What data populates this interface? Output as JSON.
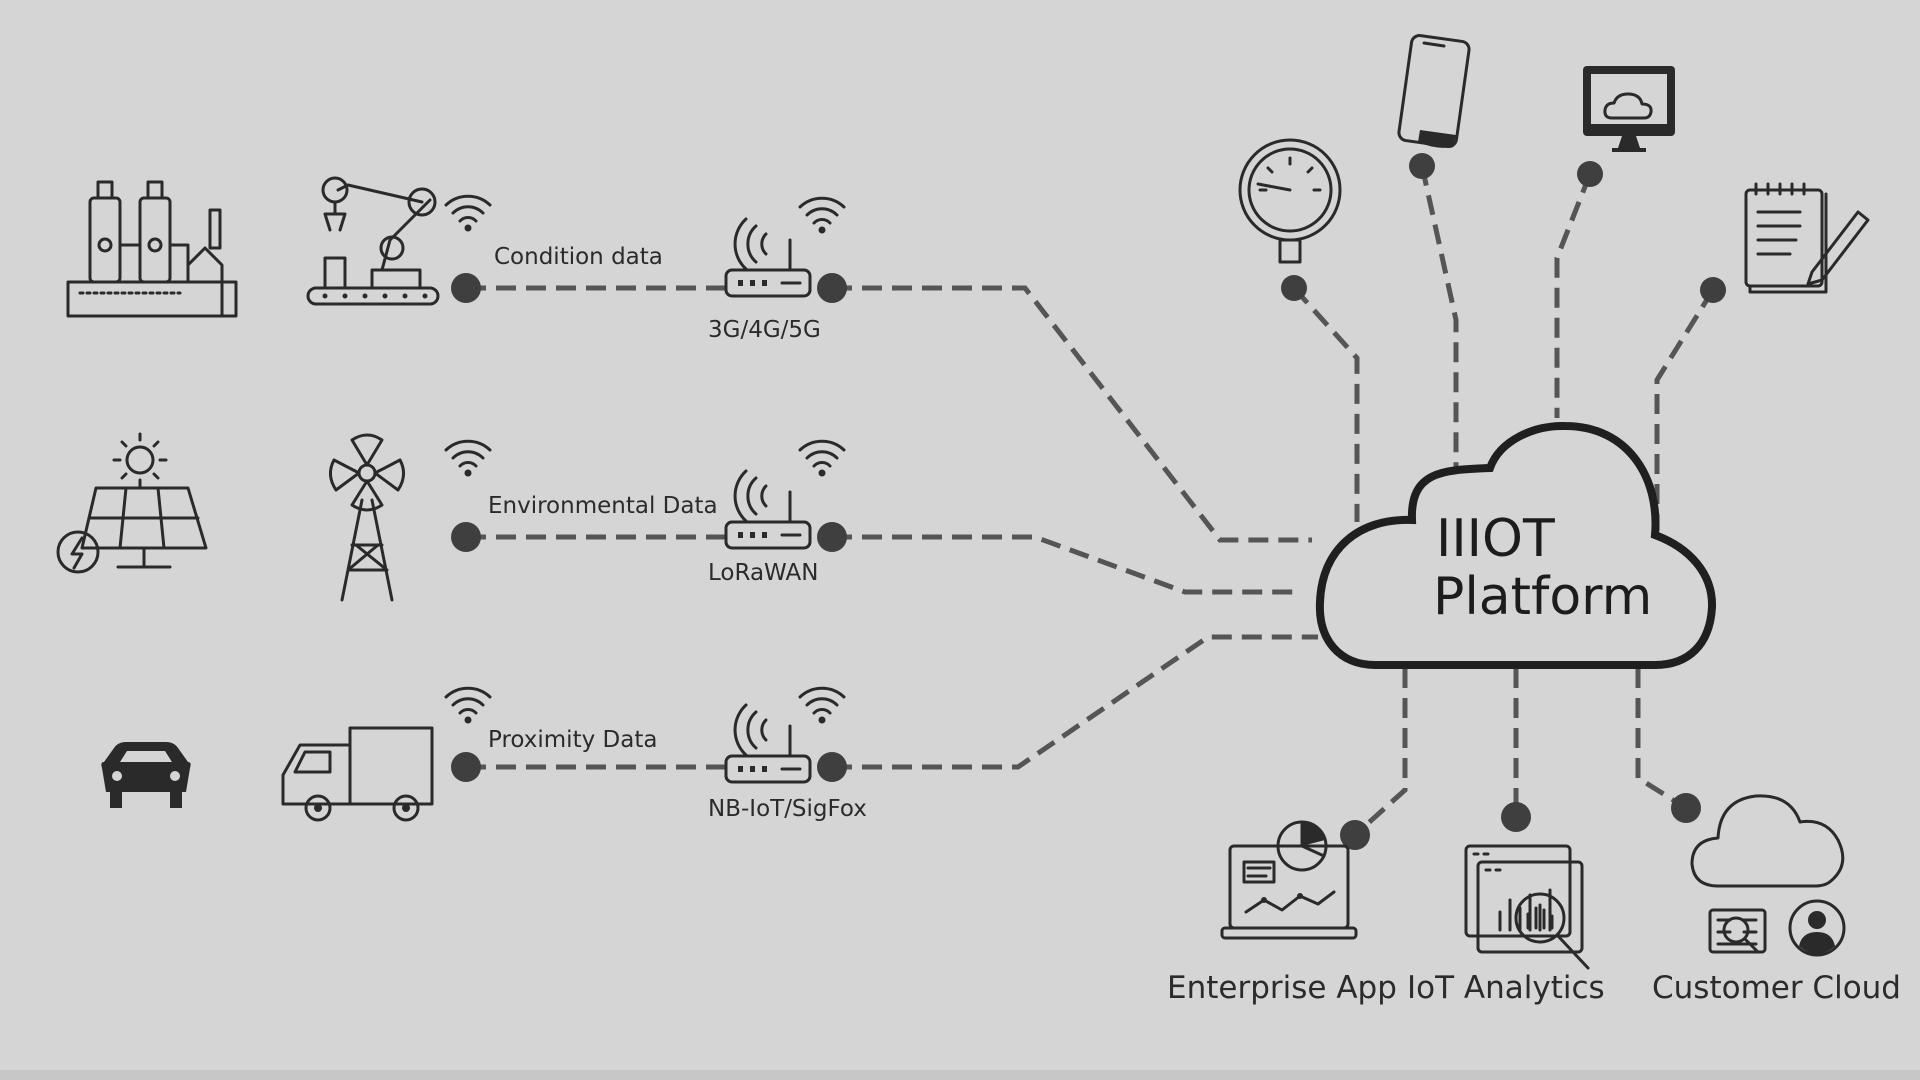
{
  "diagram": {
    "cloud": {
      "title_line1": "IIIOT",
      "title_line2": "Platform"
    },
    "rows": [
      {
        "data_label": "Condition data",
        "network_label": "3G/4G/5G",
        "sources": [
          "factory-icon",
          "robot-arm-icon"
        ]
      },
      {
        "data_label": "Environmental Data",
        "network_label": "LoRaWAN",
        "sources": [
          "solar-panel-icon",
          "wind-turbine-icon"
        ]
      },
      {
        "data_label": "Proximity Data",
        "network_label": "NB-IoT/SigFox",
        "sources": [
          "car-icon",
          "truck-icon"
        ]
      }
    ],
    "top_devices": [
      "gauge-icon",
      "smartphone-icon",
      "monitor-cloud-icon",
      "notepad-icon"
    ],
    "outputs": [
      {
        "label": "Enterprise App",
        "icon": "enterprise-app-icon"
      },
      {
        "label": "IoT Analytics",
        "icon": "analytics-icon"
      },
      {
        "label": "Customer Cloud",
        "icon": "customer-cloud-icon"
      }
    ],
    "colors": {
      "background": "#d6d5d6",
      "line": "#555555",
      "icon": "#2a2a2a",
      "dot": "#3f3f3f"
    }
  }
}
